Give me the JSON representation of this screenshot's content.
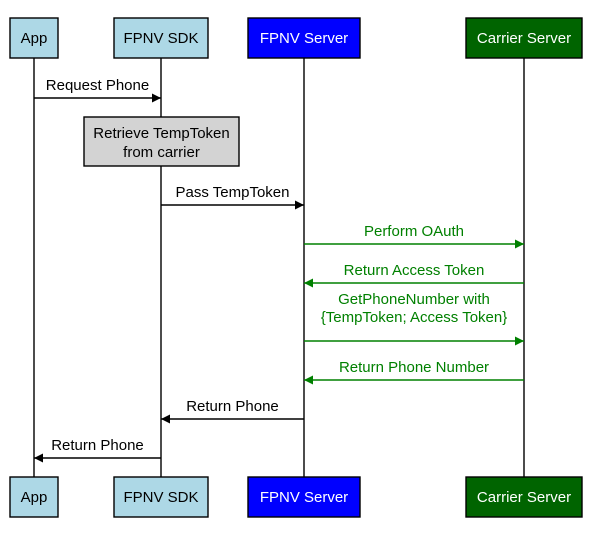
{
  "participants": [
    {
      "id": "app",
      "label": "App",
      "fill": "#add8e6",
      "text_color": "#000000"
    },
    {
      "id": "sdk",
      "label": "FPNV SDK",
      "fill": "#add8e6",
      "text_color": "#000000"
    },
    {
      "id": "server",
      "label": "FPNV Server",
      "fill": "#0000ff",
      "text_color": "#ffffff"
    },
    {
      "id": "carrier",
      "label": "Carrier Server",
      "fill": "#006400",
      "text_color": "#ffffff"
    }
  ],
  "note": {
    "lines": [
      "Retrieve TempToken",
      "from carrier"
    ],
    "fill": "#d3d3d3"
  },
  "messages": [
    {
      "from": "app",
      "to": "sdk",
      "lines": [
        "Request Phone"
      ],
      "color": "#000000"
    },
    {
      "from": "sdk",
      "to": "server",
      "lines": [
        "Pass TempToken"
      ],
      "color": "#000000"
    },
    {
      "from": "server",
      "to": "carrier",
      "lines": [
        "Perform OAuth"
      ],
      "color": "#008000"
    },
    {
      "from": "carrier",
      "to": "server",
      "lines": [
        "Return Access Token"
      ],
      "color": "#008000"
    },
    {
      "from": "server",
      "to": "carrier",
      "lines": [
        "GetPhoneNumber with",
        "{TempToken; Access Token}"
      ],
      "color": "#008000"
    },
    {
      "from": "carrier",
      "to": "server",
      "lines": [
        "Return Phone Number"
      ],
      "color": "#008000"
    },
    {
      "from": "server",
      "to": "sdk",
      "lines": [
        "Return Phone"
      ],
      "color": "#000000"
    },
    {
      "from": "sdk",
      "to": "app",
      "lines": [
        "Return Phone"
      ],
      "color": "#000000"
    }
  ]
}
